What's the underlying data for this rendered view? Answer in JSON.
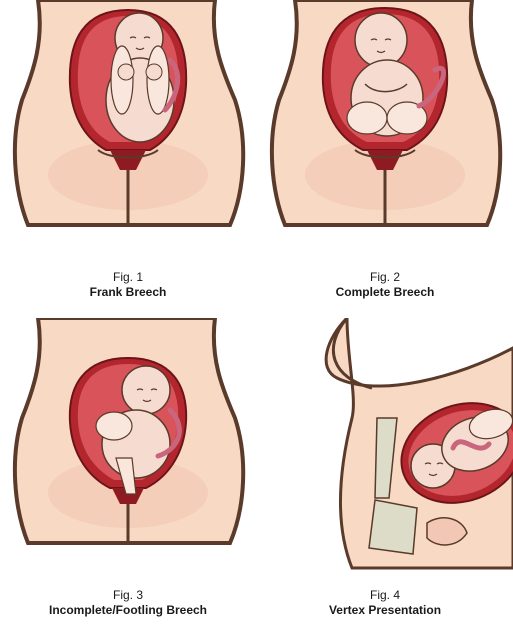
{
  "figures": [
    {
      "number": "Fig. 1",
      "title": "Frank Breech"
    },
    {
      "number": "Fig. 2",
      "title": "Complete Breech"
    },
    {
      "number": "Fig. 3",
      "title": "Incomplete/Footling Breech"
    },
    {
      "number": "Fig. 4",
      "title": "Vertex Presentation"
    }
  ],
  "colors": {
    "skin": "#f7d9c4",
    "skin_dark": "#e8b49a",
    "outline": "#5a3a2a",
    "uterus": "#b3262e",
    "uterus_inner": "#e8807a",
    "baby": "#f6dcd0",
    "cord": "#c9657d",
    "bone": "#dcdcc8"
  }
}
